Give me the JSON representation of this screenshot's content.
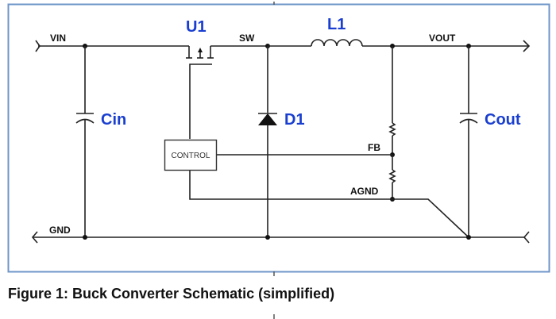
{
  "figure": {
    "caption": "Figure 1: Buck Converter Schematic (simplified)",
    "frame_color": "#6f96c8",
    "label_color": "#1a3fd0",
    "wire_color": "#222222"
  },
  "nets": {
    "vin": "VIN",
    "sw": "SW",
    "vout": "VOUT",
    "gnd": "GND",
    "fb": "FB",
    "agnd": "AGND"
  },
  "components": {
    "switch": {
      "ref": "U1",
      "type": "mosfet"
    },
    "inductor": {
      "ref": "L1",
      "type": "inductor"
    },
    "diode": {
      "ref": "D1",
      "type": "diode"
    },
    "input_cap": {
      "ref": "Cin",
      "type": "capacitor"
    },
    "output_cap": {
      "ref": "Cout",
      "type": "capacitor"
    },
    "controller": {
      "label": "CONTROL",
      "type": "block"
    },
    "fb_resistor_top": {
      "type": "resistor"
    },
    "fb_resistor_bottom": {
      "type": "resistor"
    }
  }
}
